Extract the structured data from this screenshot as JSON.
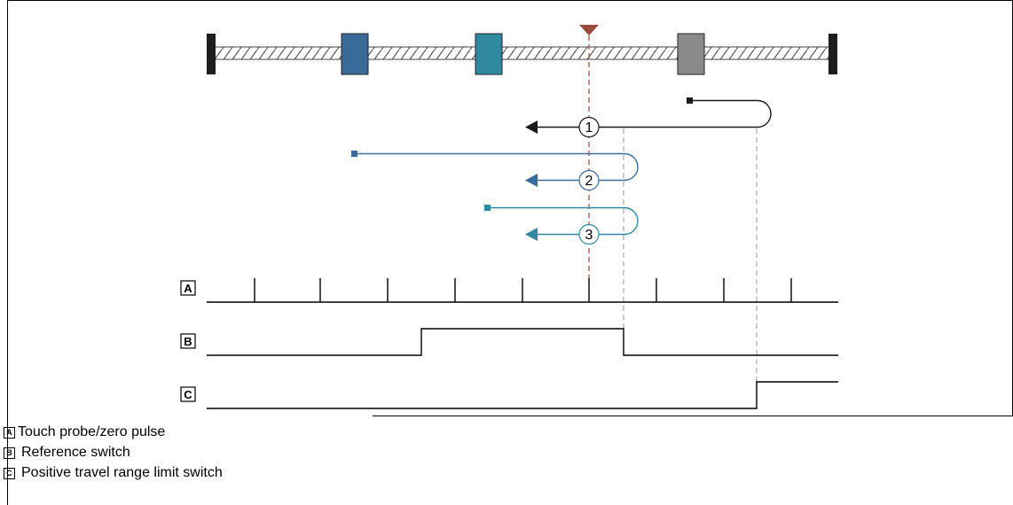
{
  "diagram": {
    "paths": [
      {
        "number": "1",
        "color": "#1a1a1a"
      },
      {
        "number": "2",
        "color": "#3a6a9a"
      },
      {
        "number": "3",
        "color": "#2f8aa0"
      }
    ],
    "signals": [
      {
        "letter": "A"
      },
      {
        "letter": "B"
      },
      {
        "letter": "C"
      }
    ],
    "colors": {
      "block1": "#3a6a9a",
      "block2": "#2f8aa0",
      "block3": "#8a8a8a",
      "reference_marker": "#9a4a3a"
    }
  },
  "legend": [
    {
      "letter": "A",
      "text": "Touch probe/zero pulse"
    },
    {
      "letter": "B",
      "text": "Reference switch"
    },
    {
      "letter": "C",
      "text": "Positive travel range limit switch"
    }
  ]
}
